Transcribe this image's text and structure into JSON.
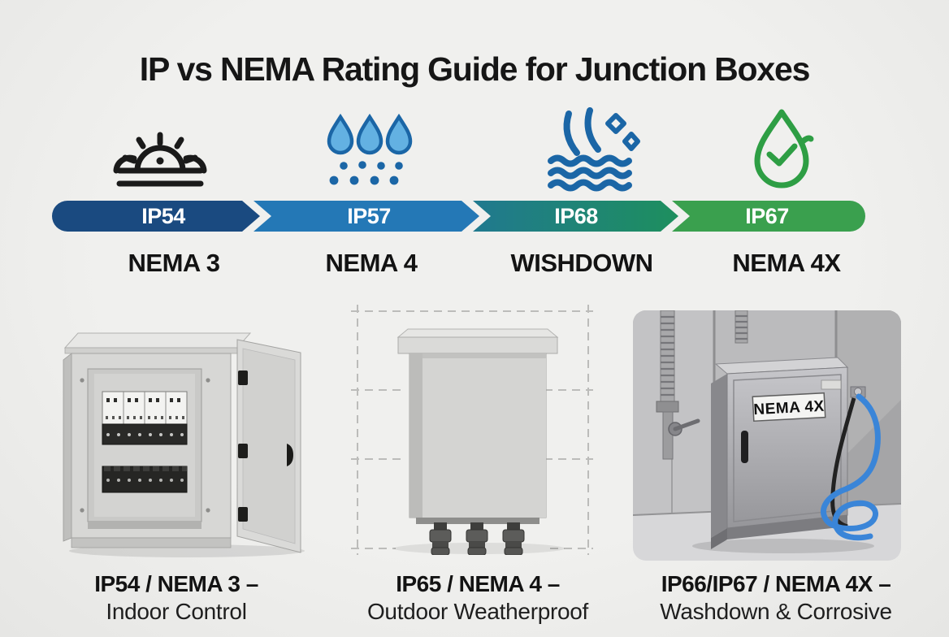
{
  "title": "IP vs NEMA Rating Guide for Junction Boxes",
  "colors": {
    "background": "#ededeb",
    "title_text": "#161616",
    "icon_black": "#1a1a1a",
    "icon_blue": "#1b66a6",
    "icon_blue_light": "#63b1e2",
    "icon_green": "#2e9e44",
    "hose_blue": "#3a85d8",
    "bar": {
      "ip54": "#1a4a80",
      "ip57": "#2478b6",
      "ip68_start": "#20798f",
      "ip68_end": "#1e8f5e",
      "ip67": "#3aa04e"
    }
  },
  "rating_scale": {
    "steps": [
      {
        "ip": "IP54",
        "nema": "NEMA 3",
        "icon": "sunrise-icon"
      },
      {
        "ip": "IP57",
        "nema": "NEMA 4",
        "icon": "rain-drops-icon"
      },
      {
        "ip": "IP68",
        "nema": "WISHDOWN",
        "icon": "submersion-icon"
      },
      {
        "ip": "IP67",
        "nema": "NEMA 4X",
        "icon": "certified-droplet-icon"
      }
    ]
  },
  "examples": [
    {
      "heading": "IP54 / NEMA 3 –",
      "subheading": "Indoor Control",
      "photo": "indoor-junction-box"
    },
    {
      "heading": "IP65 / NEMA 4 –",
      "subheading": "Outdoor Weatherproof",
      "photo": "outdoor-junction-box"
    },
    {
      "heading": "IP66/IP67 / NEMA 4X –",
      "subheading": "Washdown & Corrosive",
      "photo": "stainless-washdown-enclosure",
      "label_on_box": "NEMA 4X"
    }
  ]
}
